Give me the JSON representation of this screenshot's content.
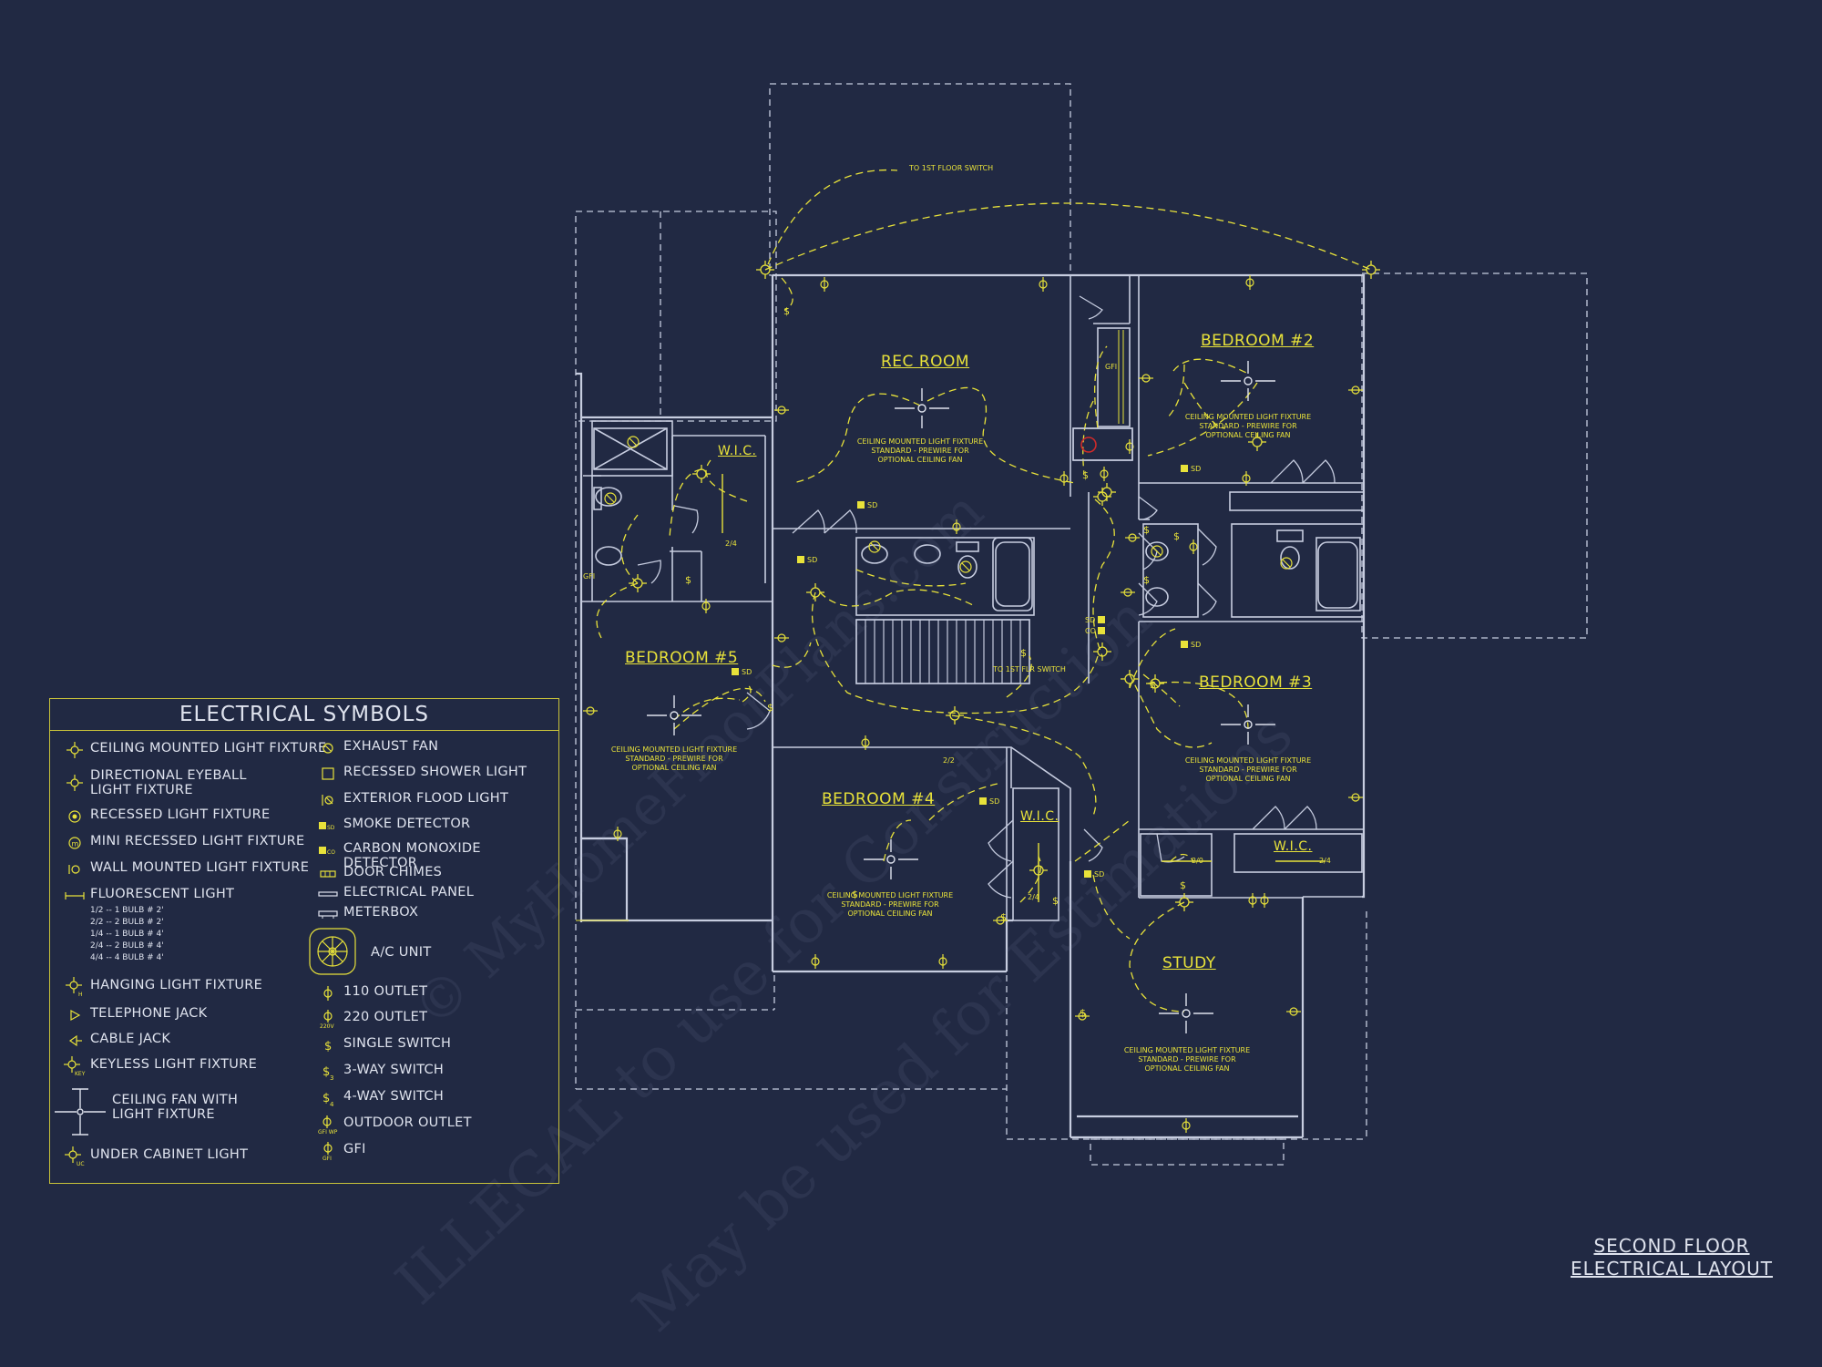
{
  "rooms": {
    "rec_room": "REC ROOM",
    "bedroom_2": "BEDROOM #2",
    "bedroom_3": "BEDROOM #3",
    "bedroom_4": "BEDROOM #4",
    "bedroom_5": "BEDROOM #5",
    "study": "STUDY",
    "wic_1": "W.I.C.",
    "wic_2": "W.I.C.",
    "wic_3": "W.I.C."
  },
  "notes": {
    "fixture_note": "CEILING MOUNTED LIGHT FIXTURE\nSTANDARD - PREWIRE FOR\nOPTIONAL CEILING FAN",
    "fixture_note_study": "CEILING MOUNTED LIGHT FIXTURE\nSTANDARD - PREWIRE FOR\nOPTIONAL CEILING FAN",
    "to_1st_floor_switch": "TO 1ST FLOOR SWITCH",
    "to_1st_flr_switch": "TO 1ST FLR SWITCH",
    "smoke_detector_tag": "SD",
    "co_tag": "CO",
    "gfi_tag": "GFI",
    "fl_2_4": "2/4",
    "fl_2_2": "2/2",
    "fl_2_0": "2/0"
  },
  "legend": {
    "title": "ELECTRICAL SYMBOLS",
    "left": [
      {
        "icon": "ceiling-light-icon",
        "label": "CEILING MOUNTED LIGHT FIXTURE"
      },
      {
        "icon": "eyeball-light-icon",
        "label": "DIRECTIONAL EYEBALL\nLIGHT FIXTURE"
      },
      {
        "icon": "recessed-light-icon",
        "label": "RECESSED LIGHT FIXTURE"
      },
      {
        "icon": "mini-recessed-light-icon",
        "label": "MINI RECESSED LIGHT FIXTURE"
      },
      {
        "icon": "wall-light-icon",
        "label": "WALL MOUNTED LIGHT FIXTURE"
      },
      {
        "icon": "fluorescent-light-icon",
        "label": "FLUORESCENT LIGHT"
      },
      {
        "icon": "hanging-light-icon",
        "label": "HANGING LIGHT FIXTURE"
      },
      {
        "icon": "telephone-jack-icon",
        "label": "TELEPHONE JACK"
      },
      {
        "icon": "cable-jack-icon",
        "label": "CABLE JACK"
      },
      {
        "icon": "keyless-light-icon",
        "label": "KEYLESS LIGHT FIXTURE"
      },
      {
        "icon": "ceiling-fan-icon",
        "label": "CEILING FAN WITH\nLIGHT FIXTURE"
      },
      {
        "icon": "under-cabinet-light-icon",
        "label": "UNDER CABINET LIGHT"
      }
    ],
    "fluorescent_notes": "1/2  --  1 BULB # 2'\n2/2  --  2 BULB # 2'\n1/4  --  1 BULB # 4'\n2/4  --  2 BULB # 4'\n4/4  --  4 BULB # 4'",
    "right": [
      {
        "icon": "exhaust-fan-icon",
        "label": "EXHAUST FAN"
      },
      {
        "icon": "recessed-shower-light-icon",
        "label": "RECESSED SHOWER LIGHT"
      },
      {
        "icon": "flood-light-icon",
        "label": "EXTERIOR FLOOD LIGHT"
      },
      {
        "icon": "smoke-detector-icon",
        "label": "SMOKE DETECTOR"
      },
      {
        "icon": "co-detector-icon",
        "label": "CARBON MONOXIDE DETECTOR"
      },
      {
        "icon": "door-chimes-icon",
        "label": "DOOR CHIMES"
      },
      {
        "icon": "electrical-panel-icon",
        "label": "ELECTRICAL PANEL"
      },
      {
        "icon": "meterbox-icon",
        "label": "METERBOX"
      },
      {
        "icon": "ac-unit-icon",
        "label": "A/C UNIT"
      },
      {
        "icon": "outlet-110-icon",
        "label": "110 OUTLET"
      },
      {
        "icon": "outlet-220-icon",
        "label": "220 OUTLET"
      },
      {
        "icon": "single-switch-icon",
        "label": "SINGLE SWITCH"
      },
      {
        "icon": "three-way-switch-icon",
        "label": "3-WAY SWITCH"
      },
      {
        "icon": "four-way-switch-icon",
        "label": "4-WAY SWITCH"
      },
      {
        "icon": "outdoor-outlet-icon",
        "label": "OUTDOOR OUTLET"
      },
      {
        "icon": "gfi-icon",
        "label": "GFI"
      }
    ]
  },
  "sheet": {
    "line1": "SECOND FLOOR",
    "line2": "ELECTRICAL LAYOUT"
  },
  "watermark": {
    "line1": "ILLEGAL to use for Construction",
    "line2": "May be used for Estimations",
    "site": "© MyHomeFloorPlans.com"
  },
  "colors": {
    "background": "#212943",
    "wall": "#c7cde0",
    "electric": "#e8e23a",
    "alert": "#d02a2a"
  }
}
